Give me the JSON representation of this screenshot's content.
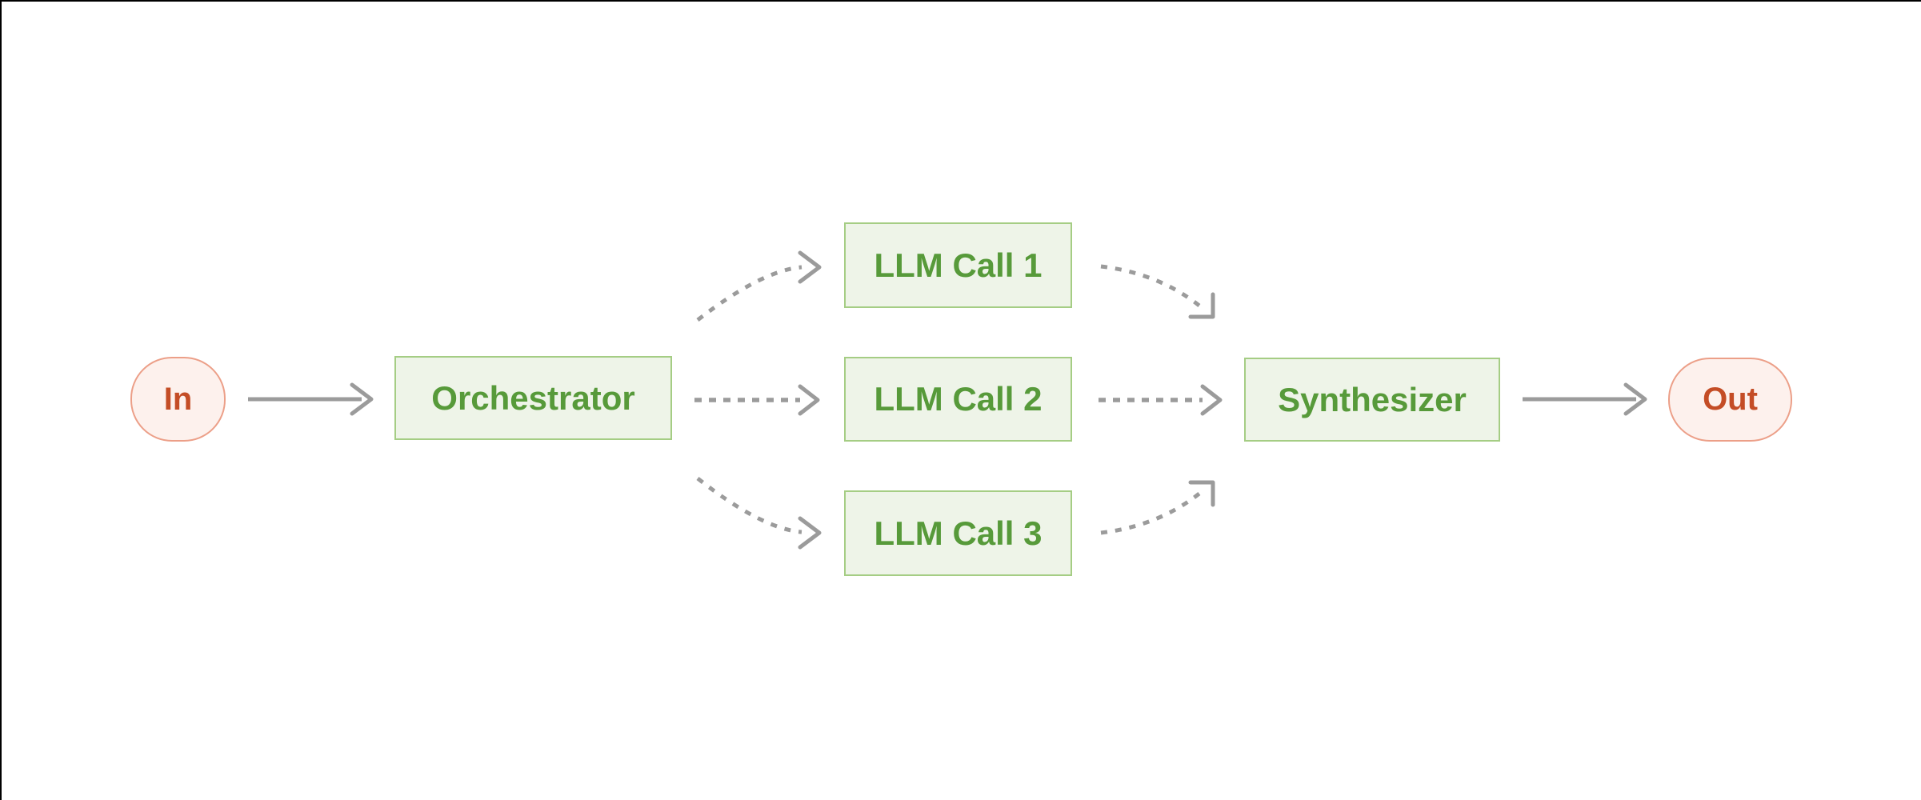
{
  "diagram": {
    "type": "flow-diagram",
    "pattern": "orchestrator-workers",
    "nodes": [
      {
        "id": "in",
        "label": "In",
        "shape": "pill",
        "palette": "red"
      },
      {
        "id": "orchestrator",
        "label": "Orchestrator",
        "shape": "rect",
        "palette": "green"
      },
      {
        "id": "llm-call-1",
        "label": "LLM Call 1",
        "shape": "rect",
        "palette": "green"
      },
      {
        "id": "llm-call-2",
        "label": "LLM Call 2",
        "shape": "rect",
        "palette": "green"
      },
      {
        "id": "llm-call-3",
        "label": "LLM Call 3",
        "shape": "rect",
        "palette": "green"
      },
      {
        "id": "synthesizer",
        "label": "Synthesizer",
        "shape": "rect",
        "palette": "green"
      },
      {
        "id": "out",
        "label": "Out",
        "shape": "pill",
        "palette": "red"
      }
    ],
    "edges": [
      {
        "from": "in",
        "to": "orchestrator",
        "style": "solid"
      },
      {
        "from": "orchestrator",
        "to": "llm-call-1",
        "style": "dashed-curved"
      },
      {
        "from": "orchestrator",
        "to": "llm-call-2",
        "style": "dashed-straight"
      },
      {
        "from": "orchestrator",
        "to": "llm-call-3",
        "style": "dashed-curved"
      },
      {
        "from": "llm-call-1",
        "to": "synthesizer",
        "style": "dashed-curved"
      },
      {
        "from": "llm-call-2",
        "to": "synthesizer",
        "style": "dashed-straight"
      },
      {
        "from": "llm-call-3",
        "to": "synthesizer",
        "style": "dashed-curved"
      },
      {
        "from": "synthesizer",
        "to": "out",
        "style": "solid"
      }
    ],
    "colors": {
      "background": "#ffffff",
      "green_fill": "#eef4e8",
      "green_border": "#a5cd84",
      "green_text": "#579a3a",
      "red_fill": "#fdf1ed",
      "red_border": "#ec9f88",
      "red_text": "#c44d26",
      "arrow": "#9b9b9b",
      "frame_line": "#000000"
    }
  }
}
